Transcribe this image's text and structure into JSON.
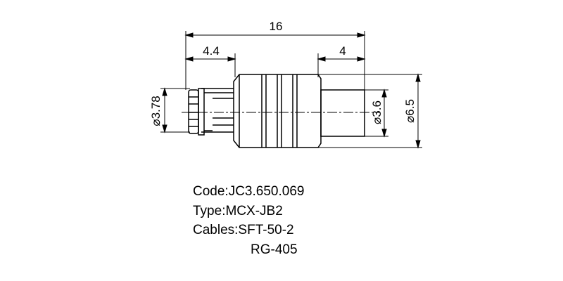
{
  "dimensions": {
    "overall_length": "16",
    "pin_length": "4.4",
    "cable_length": "4",
    "pin_diameter": "⌀3.78",
    "cable_diameter": "⌀3.6",
    "body_diameter": "⌀6.5"
  },
  "specs": {
    "code": "Code:JC3.650.069",
    "type": "Type:MCX-JB2",
    "cables": "Cables:SFT-50-2",
    "cables_alt": "RG-405"
  },
  "colors": {
    "line": "#000000",
    "background": "#ffffff"
  }
}
